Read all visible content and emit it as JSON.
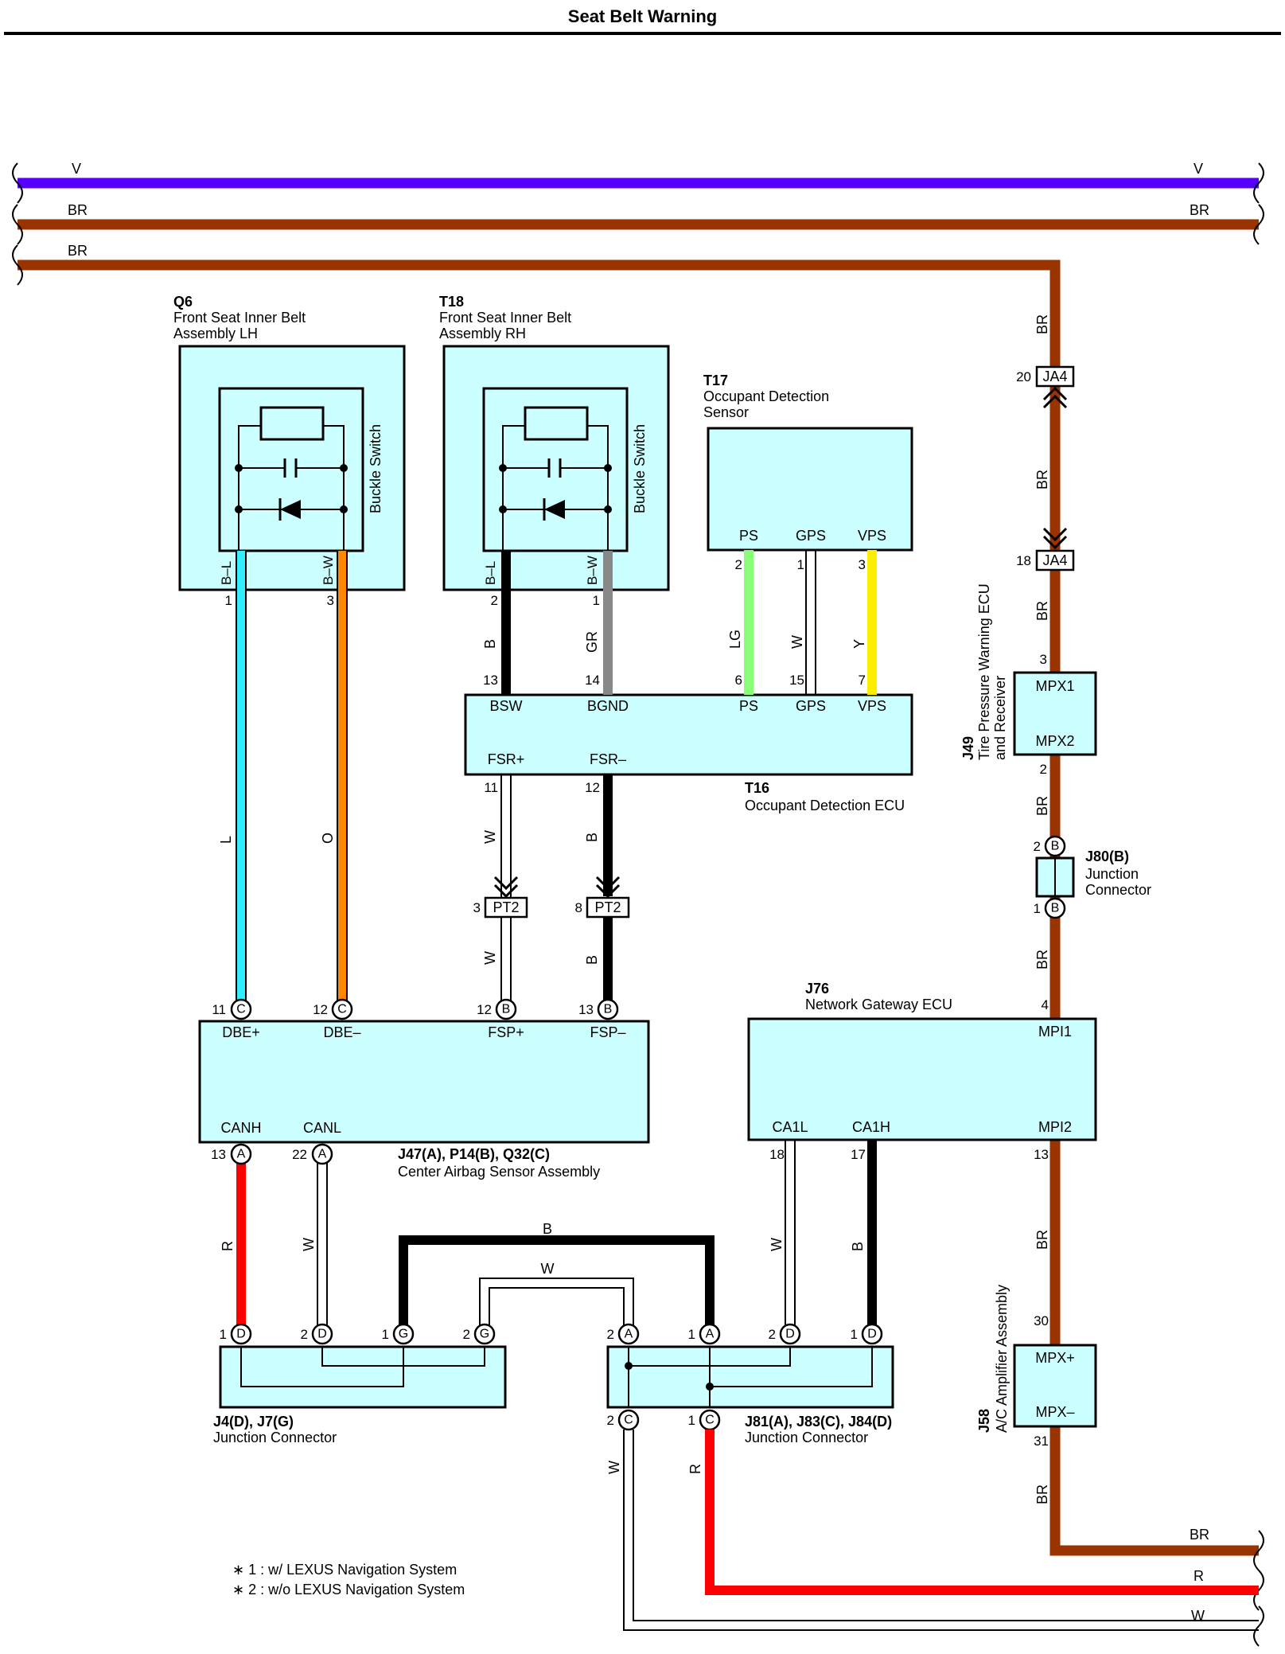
{
  "title": "Seat Belt Warning",
  "bus": {
    "top_v": "V",
    "top_br1": "BR",
    "top_br2": "BR",
    "bottom_br": "BR",
    "bottom_r": "R",
    "bottom_w": "W"
  },
  "components": {
    "q6": {
      "code": "Q6",
      "name1": "Front Seat Inner Belt",
      "name2": "Assembly LH",
      "switch": "Buckle Switch",
      "pin1": "B–L",
      "pin2": "B–W"
    },
    "t18": {
      "code": "T18",
      "name1": "Front Seat Inner Belt",
      "name2": "Assembly RH",
      "switch": "Buckle Switch",
      "pin1": "B–L",
      "pin2": "B–W"
    },
    "t17": {
      "code": "T17",
      "name1": "Occupant Detection",
      "name2": "Sensor",
      "pins": [
        "PS",
        "GPS",
        "VPS"
      ]
    },
    "t16": {
      "code": "T16",
      "name": "Occupant Detection ECU",
      "top_pins": [
        "BSW",
        "BGND",
        "PS",
        "GPS",
        "VPS"
      ],
      "bottom_pins": [
        "FSR+",
        "FSR–"
      ]
    },
    "j49": {
      "code": "J49",
      "name1": "Tire Pressure Warning ECU",
      "name2": "and Receiver",
      "pins": [
        "MPX1",
        "MPX2"
      ]
    },
    "j80": {
      "code": "J80(B)",
      "name1": "Junction",
      "name2": "Connector"
    },
    "j76": {
      "code": "J76",
      "name": "Network Gateway ECU",
      "pins": [
        "MPI1",
        "CA1L",
        "CA1H",
        "MPI2"
      ]
    },
    "airbag": {
      "code": "J47(A), P14(B), Q32(C)",
      "name": "Center Airbag Sensor Assembly",
      "pins": [
        "DBE+",
        "DBE–",
        "FSP+",
        "FSP–",
        "CANH",
        "CANL"
      ]
    },
    "j4": {
      "code": "J4(D), J7(G)",
      "name": "Junction Connector"
    },
    "j81": {
      "code": "J81(A), J83(C), J84(D)",
      "name": "Junction Connector"
    },
    "j58": {
      "code": "J58",
      "name": "A/C Amplifier Assembly",
      "pins": [
        "MPX+",
        "MPX–"
      ]
    }
  },
  "connectors": {
    "ja4": "JA4",
    "pt2": "PT2"
  },
  "wire_colors": {
    "L": "L",
    "O": "O",
    "B": "B",
    "GR": "GR",
    "LG": "LG",
    "W": "W",
    "Y": "Y",
    "BR": "BR",
    "R": "R"
  },
  "pins": {
    "p1": "1",
    "p2": "2",
    "p3": "3",
    "p4": "4",
    "p6": "6",
    "p7": "7",
    "p8": "8",
    "p11": "11",
    "p12": "12",
    "p13": "13",
    "p14": "14",
    "p15": "15",
    "p17": "17",
    "p18": "18",
    "p20": "20",
    "p22": "22",
    "p30": "30",
    "p31": "31"
  },
  "letters": {
    "A": "A",
    "B": "B",
    "C": "C",
    "D": "D",
    "G": "G"
  },
  "notes": [
    "∗ 1 : w/ LEXUS Navigation System",
    "∗ 2 : w/o LEXUS Navigation System"
  ],
  "colors": {
    "violet": "#5500ff",
    "brown": "#993300",
    "cyan": "#33eeff",
    "orange": "#ff8800",
    "black": "#000000",
    "gray": "#888888",
    "lightgreen": "#88ff77",
    "yellow": "#ffee00",
    "red": "#ff0000",
    "box_fill": "#ccffff"
  }
}
